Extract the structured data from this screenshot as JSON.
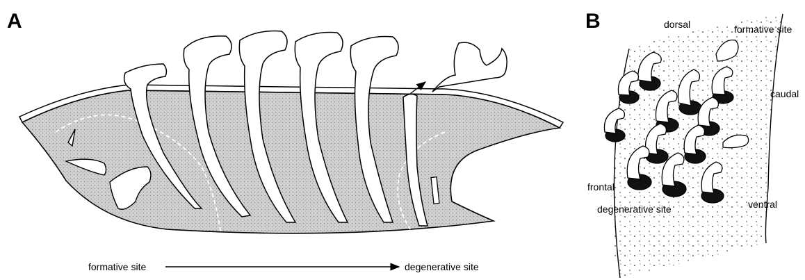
{
  "panel_a": {
    "letter": "A",
    "axis_start_label": "formative site",
    "axis_end_label": "degenerative site"
  },
  "panel_b": {
    "letter": "B",
    "labels": {
      "dorsal": "dorsal",
      "formative_site": "formative site",
      "caudal": "caudal",
      "frontal": "frontal",
      "degenerative_site": "degenerative site",
      "ventral": "ventral"
    }
  },
  "colors": {
    "tissue_fill": "#c8c8c8",
    "line": "#000000",
    "background": "#ffffff"
  }
}
